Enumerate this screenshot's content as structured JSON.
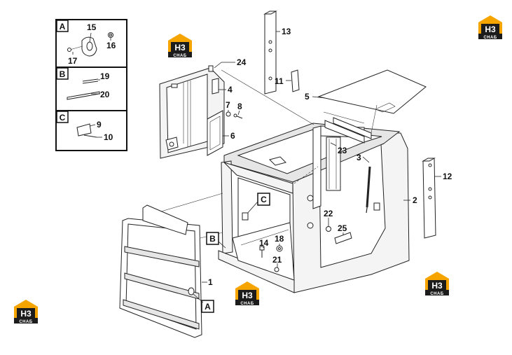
{
  "logo": {
    "mark": "H3",
    "caption": "СНАБ",
    "colors": {
      "orange": "#f5a400",
      "dark": "#1c1c1c",
      "white": "#ffffff"
    }
  },
  "detail_boxes": [
    {
      "letter": "A",
      "parts": [
        "15",
        "16",
        "17"
      ]
    },
    {
      "letter": "B",
      "parts": [
        "19",
        "20"
      ]
    },
    {
      "letter": "C",
      "parts": [
        "9",
        "10"
      ]
    }
  ],
  "callouts": {
    "p1": "1",
    "p2": "2",
    "p3": "3",
    "p4": "4",
    "p5": "5",
    "p6": "6",
    "p7": "7",
    "p8": "8",
    "p11": "11",
    "p12": "12",
    "p13": "13",
    "p14": "14",
    "p18": "18",
    "p21": "21",
    "p22": "22",
    "p23": "23",
    "p24": "24",
    "p25": "25"
  },
  "refs": {
    "a": "A",
    "b": "B",
    "c": "C"
  }
}
